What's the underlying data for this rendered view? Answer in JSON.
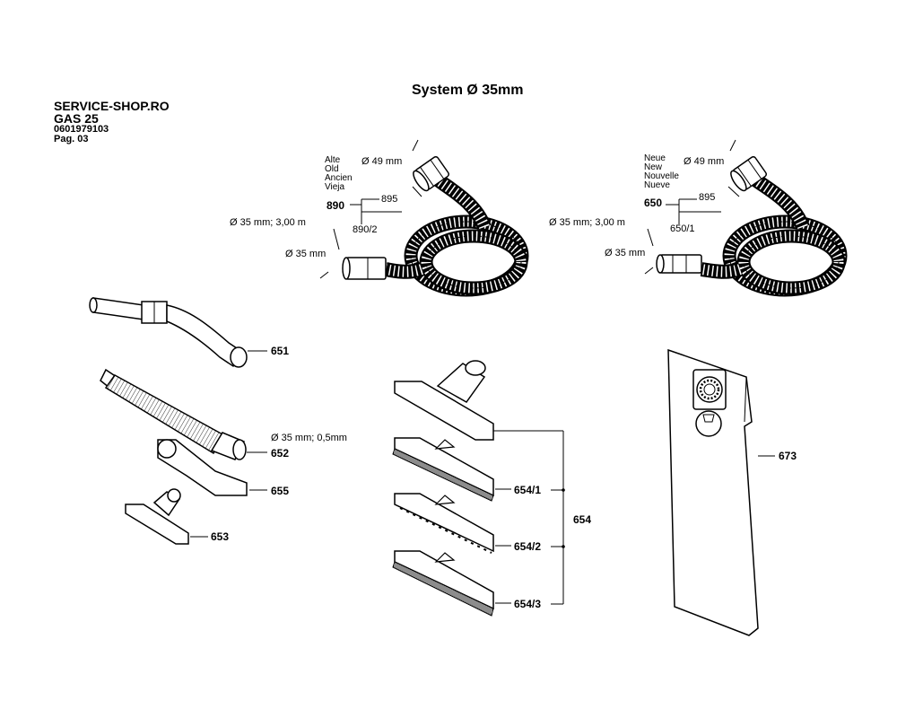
{
  "header": {
    "shop": "SERVICE-SHOP.RO",
    "model": "GAS 25",
    "part_no": "0601979103",
    "page": "Pag. 03"
  },
  "title": "System Ø 35mm",
  "hose_old": {
    "words": [
      "Alte",
      "Old",
      "Ancien",
      "Vieja"
    ],
    "dia_top": "Ø 49 mm",
    "part": "890",
    "sub_part": "890/2",
    "cuff_part": "895",
    "spec": "Ø 35 mm; 3,00 m",
    "dia_end": "Ø 35 mm"
  },
  "hose_new": {
    "words": [
      "Neue",
      "New",
      "Nouvelle",
      "Nueve"
    ],
    "dia_top": "Ø 49 mm",
    "part": "650",
    "sub_part": "650/1",
    "cuff_part": "895",
    "spec": "Ø 35 mm; 3,00 m",
    "dia_end": "Ø 35 mm"
  },
  "parts": {
    "elbow": "651",
    "tube_spec": "Ø 35 mm; 0,5mm",
    "tube": "652",
    "crevice": "655",
    "floor_small": "653",
    "floor_set": "654",
    "floor_1": "654/1",
    "floor_2": "654/2",
    "floor_3": "654/3",
    "bag": "673"
  }
}
